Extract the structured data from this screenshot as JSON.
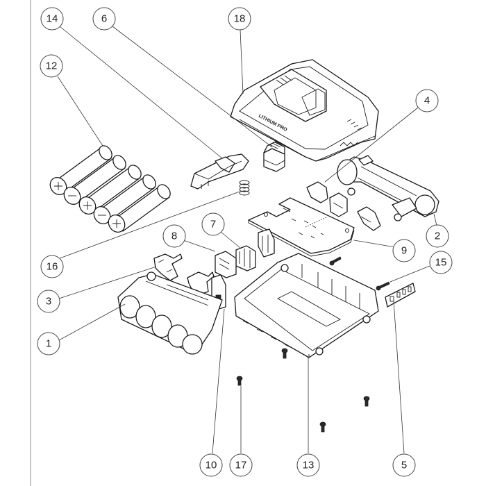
{
  "title": "Battery pack exploded view",
  "engraving": "LITHIUM PRO",
  "colors": {
    "line": "#1a1a1a",
    "leader": "#333333",
    "balloon_stroke": "#444444",
    "frame_border": "#c8c8c8",
    "background": "#ffffff"
  },
  "callouts": [
    {
      "id": "14",
      "label": "14",
      "part": "battery-latch"
    },
    {
      "id": "6",
      "label": "6",
      "part": "release-button"
    },
    {
      "id": "18",
      "label": "18",
      "part": "top-cover"
    },
    {
      "id": "12",
      "label": "12",
      "part": "battery-cells"
    },
    {
      "id": "4",
      "label": "4",
      "part": "terminal-clip"
    },
    {
      "id": "2",
      "label": "2",
      "part": "upper-cell-holder"
    },
    {
      "id": "16",
      "label": "16",
      "part": "latch-spring"
    },
    {
      "id": "7",
      "label": "7",
      "part": "terminal-contact-a"
    },
    {
      "id": "8",
      "label": "8",
      "part": "terminal-contact-b"
    },
    {
      "id": "9",
      "label": "9",
      "part": "circuit-board"
    },
    {
      "id": "3",
      "label": "3",
      "part": "cell-connector-strap"
    },
    {
      "id": "15",
      "label": "15",
      "part": "indicator-screw"
    },
    {
      "id": "1",
      "label": "1",
      "part": "lower-cell-holder"
    },
    {
      "id": "10",
      "label": "10",
      "part": "connector-plate"
    },
    {
      "id": "17",
      "label": "17",
      "part": "housing-screw"
    },
    {
      "id": "13",
      "label": "13",
      "part": "bottom-housing"
    },
    {
      "id": "5",
      "label": "5",
      "part": "led-indicator-panel"
    }
  ]
}
